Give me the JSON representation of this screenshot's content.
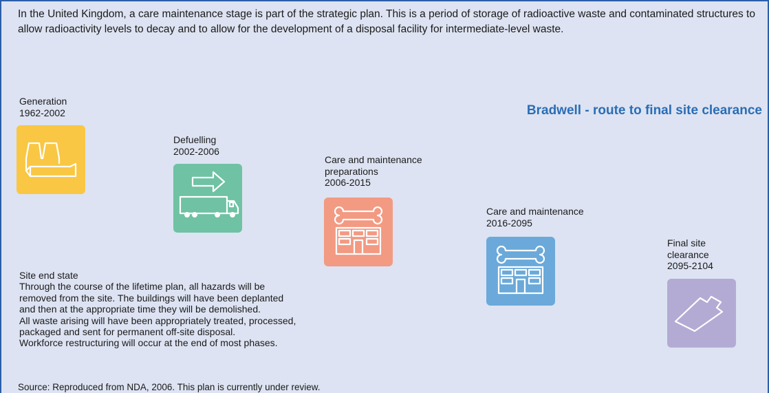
{
  "intro": "In the United Kingdom, a care maintenance stage is part of the strategic plan. This is a period of storage of radioactive waste and contaminated structures to allow radioactivity levels to decay and to allow for the development of a disposal facility for intermediate-level waste.",
  "title": "Bradwell - route to final site clearance",
  "stages": [
    {
      "lines": [
        "Generation",
        "1962-2002"
      ],
      "icon": "power-station-icon",
      "color": "#f9c743"
    },
    {
      "lines": [
        "Defuelling",
        "2002-2006"
      ],
      "icon": "arrow-truck-icon",
      "color": "#6fc2a3"
    },
    {
      "lines": [
        "Care and maintenance",
        "preparations",
        "2006-2015"
      ],
      "icon": "wrench-building-icon",
      "color": "#f39a82"
    },
    {
      "lines": [
        "Care and maintenance",
        "2016-2095"
      ],
      "icon": "wrench-building-icon",
      "color": "#6aa9da"
    },
    {
      "lines": [
        "Final site",
        "clearance",
        "2095-2104"
      ],
      "icon": "cleared-site-icon",
      "color": "#b3abd4"
    }
  ],
  "end_state": {
    "heading": "Site end state",
    "lines": [
      "Through the course of the lifetime plan, all hazards will be",
      "removed from the site. The buildings will have been deplanted",
      "and then at the appropriate time they will be demolished.",
      "All waste arising will have been appropriately treated, processed,",
      "packaged and sent for permanent off-site disposal.",
      "Workforce restructuring will occur at the end of most phases."
    ]
  },
  "source": "Source: Reproduced from NDA, 2006. This plan is currently under review."
}
